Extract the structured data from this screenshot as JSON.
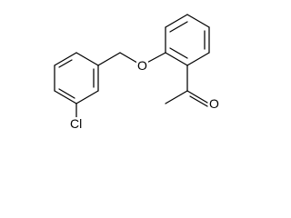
{
  "molecule": {
    "atoms": {
      "oxygen_ether": "O",
      "oxygen_carbonyl": "O",
      "chlorine": "Cl"
    },
    "color": "#000000"
  }
}
